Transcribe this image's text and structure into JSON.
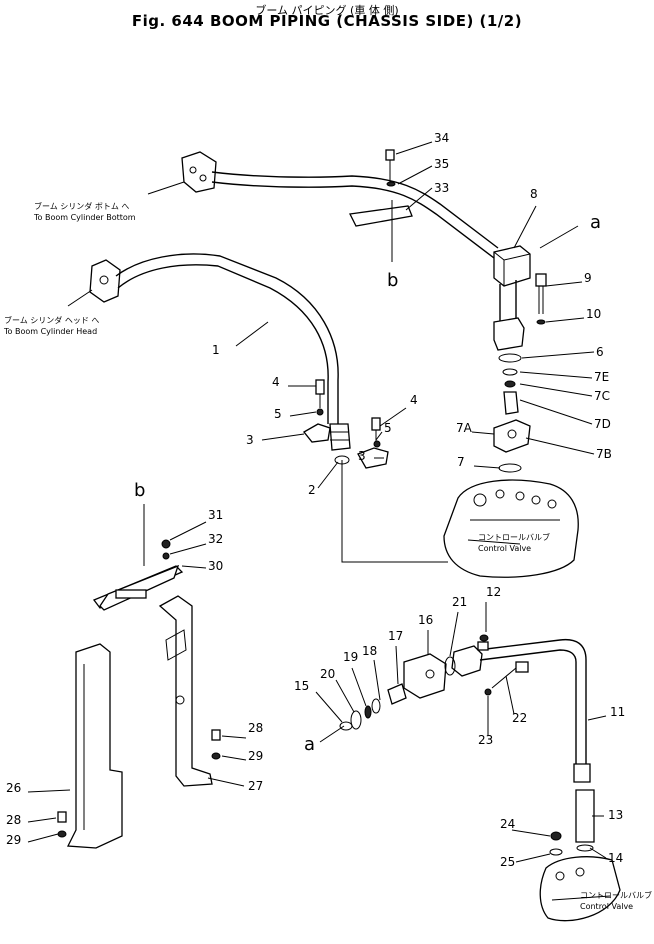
{
  "header": {
    "title_jp": "ブーム パイピング (車 体 側)",
    "title_en": "Fig. 644 BOOM PIPING (CHASSIS SIDE) (1/2)"
  },
  "annotations": {
    "bottom_jp": "ブーム シリンダ ボトム へ",
    "bottom_en": "To Boom Cylinder Bottom",
    "head_jp": "ブーム シリンダ ヘッド へ",
    "head_en": "To Boom Cylinder Head",
    "cv_jp": "コントロールバルブ",
    "cv_en": "Control Valve",
    "cv2_jp": "コントロールバルブ",
    "cv2_en": "Control Valve"
  },
  "refs": {
    "a_top": "a",
    "b_top": "b",
    "b_left": "b",
    "a_left": "a"
  },
  "parts": [
    "1",
    "2",
    "3",
    "3",
    "4",
    "4",
    "5",
    "5",
    "6",
    "7",
    "7A",
    "7B",
    "7C",
    "7D",
    "7E",
    "8",
    "9",
    "10",
    "11",
    "12",
    "13",
    "14",
    "15",
    "16",
    "17",
    "18",
    "19",
    "20",
    "21",
    "22",
    "23",
    "24",
    "25",
    "26",
    "27",
    "28",
    "28",
    "29",
    "29",
    "30",
    "31",
    "32",
    "33",
    "34",
    "35"
  ]
}
